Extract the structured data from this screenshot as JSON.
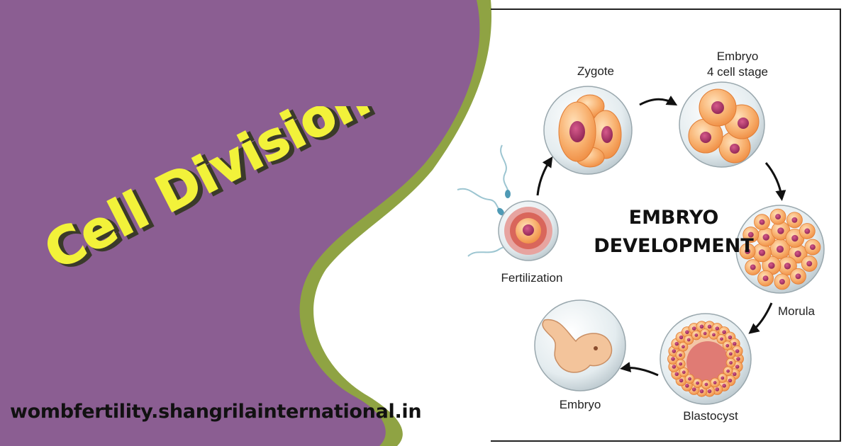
{
  "banner": {
    "title": "Cell Division",
    "website": "wombfertility.shangrilainternational.in"
  },
  "diagram": {
    "title_line1": "EMBRYO",
    "title_line2": "DEVELOPMENT",
    "stages": {
      "fertilization": "Fertilization",
      "zygote": "Zygote",
      "embryo_4cell_line1": "Embryo",
      "embryo_4cell_line2": "4 cell stage",
      "morula": "Morula",
      "blastocyst": "Blastocyst",
      "embryo": "Embryo"
    }
  },
  "colors": {
    "purple": "#8b5e92",
    "green": "#8fa343",
    "title_yellow": "#f2f23a",
    "cell_orange": "#f6a05a",
    "nucleus": "#b2356a"
  }
}
